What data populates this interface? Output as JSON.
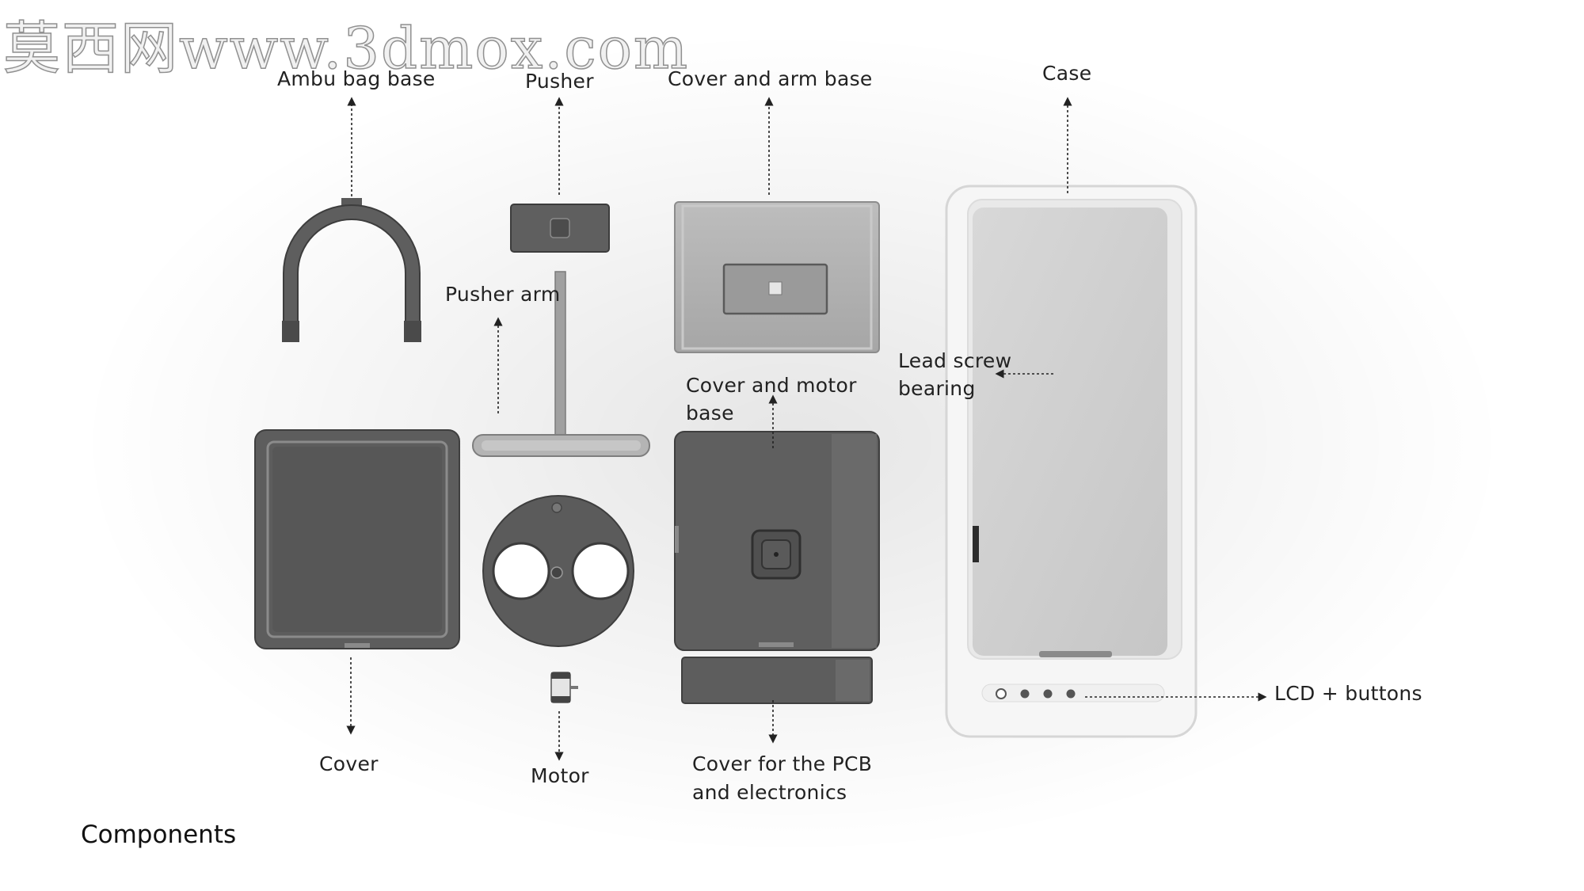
{
  "watermark": "莫西网www.3dmox.com",
  "caption": "Components",
  "labels": {
    "ambu_bag_base": "Ambu bag base",
    "pusher": "Pusher",
    "cover_and_arm_base": "Cover and arm base",
    "case": "Case",
    "pusher_arm": "Pusher arm",
    "lead_screw_line1": "Lead screw",
    "lead_screw_line2": "bearing",
    "cover_motor_line1": "Cover and motor",
    "cover_motor_line2": "base",
    "cover": "Cover",
    "motor": "Motor",
    "pcb_line1": "Cover for the PCB",
    "pcb_line2": "and electronics",
    "lcd": "LCD + buttons"
  },
  "colors": {
    "part_dark": "#5d5d5d",
    "part_mid": "#a9a9a9",
    "case_white": "#f4f4f4",
    "arrow": "#222222"
  }
}
